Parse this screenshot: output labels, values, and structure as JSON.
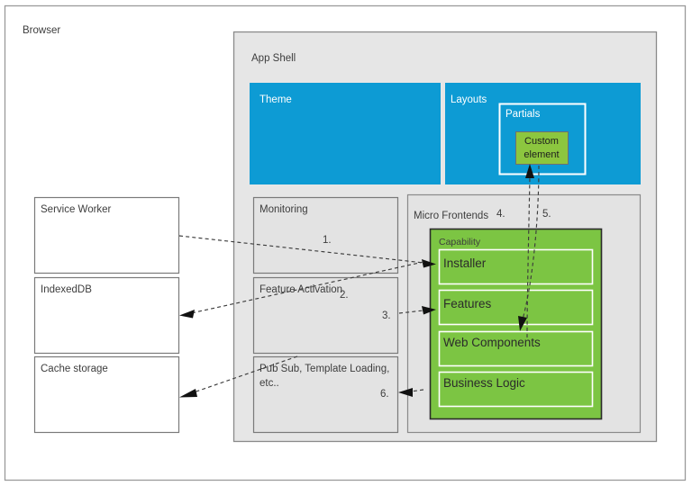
{
  "diagram": {
    "title": "Browser",
    "containers": {
      "browser": {
        "label": "Browser"
      },
      "app_shell": {
        "label": "App Shell"
      },
      "theme": {
        "label": "Theme"
      },
      "layouts": {
        "label": "Layouts"
      },
      "partials": {
        "label": "Partials"
      },
      "custom_element": {
        "label_line1": "Custom",
        "label_line2": "element"
      },
      "monitoring": {
        "label": "Monitoring"
      },
      "feature_activation": {
        "label": "Feature Activation"
      },
      "pubsub": {
        "label_line1": "Pub Sub, Template Loading,",
        "label_line2": "etc.."
      },
      "micro_frontends": {
        "label": "Micro Frontends"
      },
      "capability": {
        "label": "Capability"
      }
    },
    "browser_apis": [
      {
        "label": "Service Worker"
      },
      {
        "label": "IndexedDB"
      },
      {
        "label": "Cache storage"
      }
    ],
    "capability_items": [
      {
        "label": "Installer"
      },
      {
        "label": "Features"
      },
      {
        "label": "Web Components"
      },
      {
        "label": "Business Logic"
      }
    ],
    "step_numbers": [
      {
        "label": "1."
      },
      {
        "label": "2."
      },
      {
        "label": "3."
      },
      {
        "label": "4."
      },
      {
        "label": "5."
      },
      {
        "label": "6."
      }
    ],
    "colors": {
      "blue": "#0d9bd4",
      "green": "#7cc543",
      "custom_element_green": "#8cc63f",
      "shell_gray": "#e6e6e6",
      "panel_gray": "#e3e3e3",
      "border_gray": "#808080",
      "dark_border": "#2b2b2b",
      "white": "#ffffff",
      "text": "#3d3d3d"
    }
  }
}
